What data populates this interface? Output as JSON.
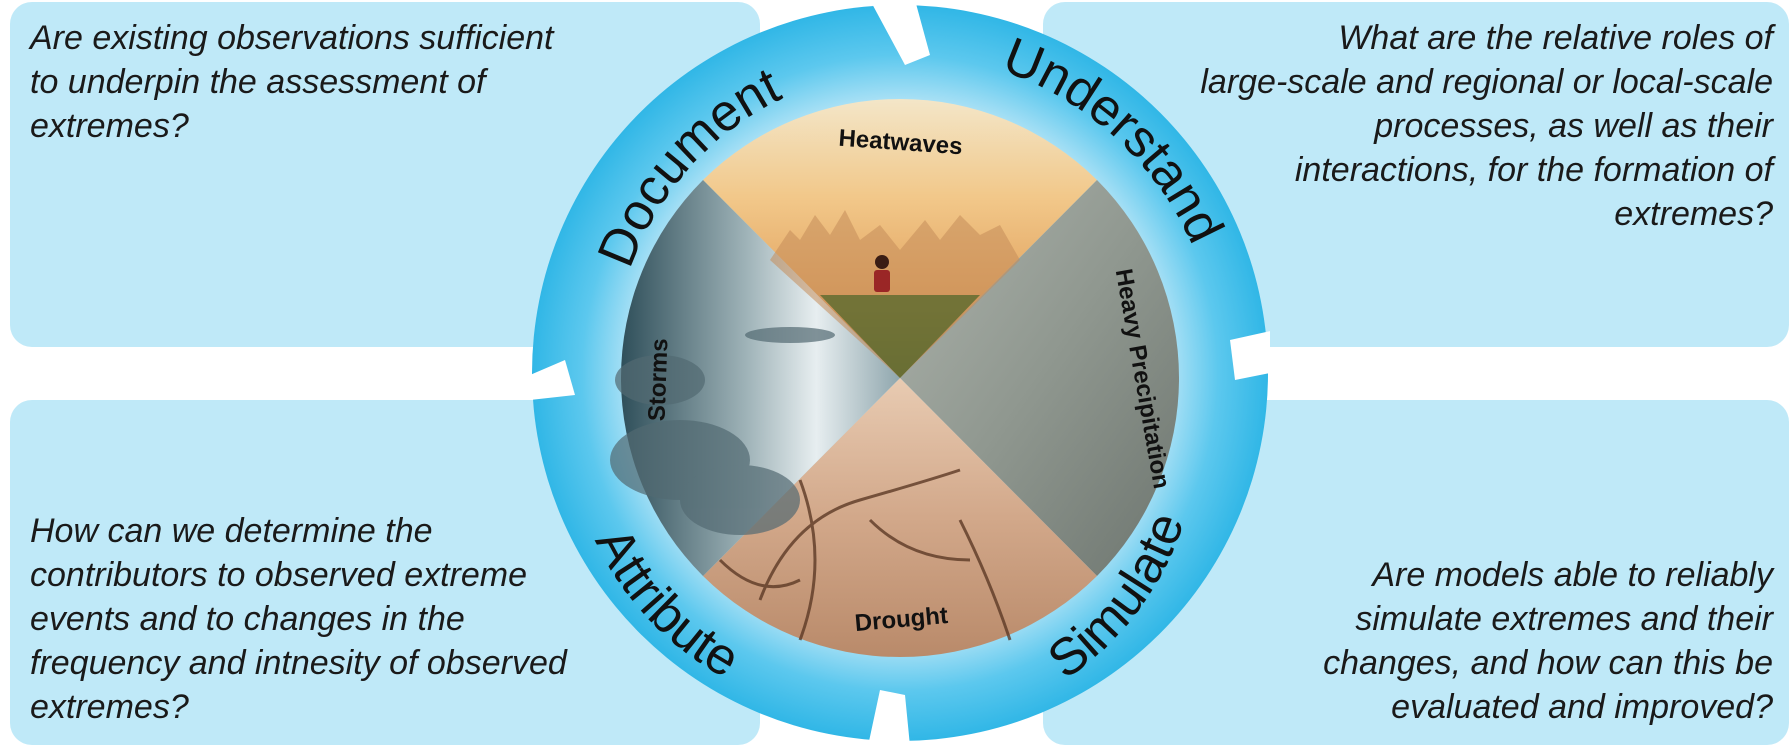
{
  "questions": {
    "document": [
      "Are existing observations sufficient",
      "to underpin the assessment of",
      "extremes?"
    ],
    "understand": [
      "What are the relative roles of",
      "large-scale and regional or local-scale",
      "processes, as well as their",
      "interactions, for the formation of",
      "extremes?"
    ],
    "attribute": [
      "How can we determine the",
      "contributors to observed extreme",
      "events and to changes in the",
      "frequency and intnesity of observed",
      "extremes?"
    ],
    "simulate": [
      "Are models able to reliably",
      "simulate extremes and their",
      "changes, and how can this be",
      "evaluated and improved?"
    ]
  },
  "cycle": {
    "stages": {
      "document": "Document",
      "understand": "Understand",
      "simulate": "Simulate",
      "attribute": "Attribute"
    },
    "hazards": {
      "heatwaves": "Heatwaves",
      "heavy_precipitation": "Heavy Precipitation",
      "drought": "Drought",
      "storms": "Storms"
    }
  },
  "colors": {
    "panel": "#bfe9f8",
    "ring_dark": "#2fb6e6",
    "ring_light": "#a8e0f5"
  }
}
